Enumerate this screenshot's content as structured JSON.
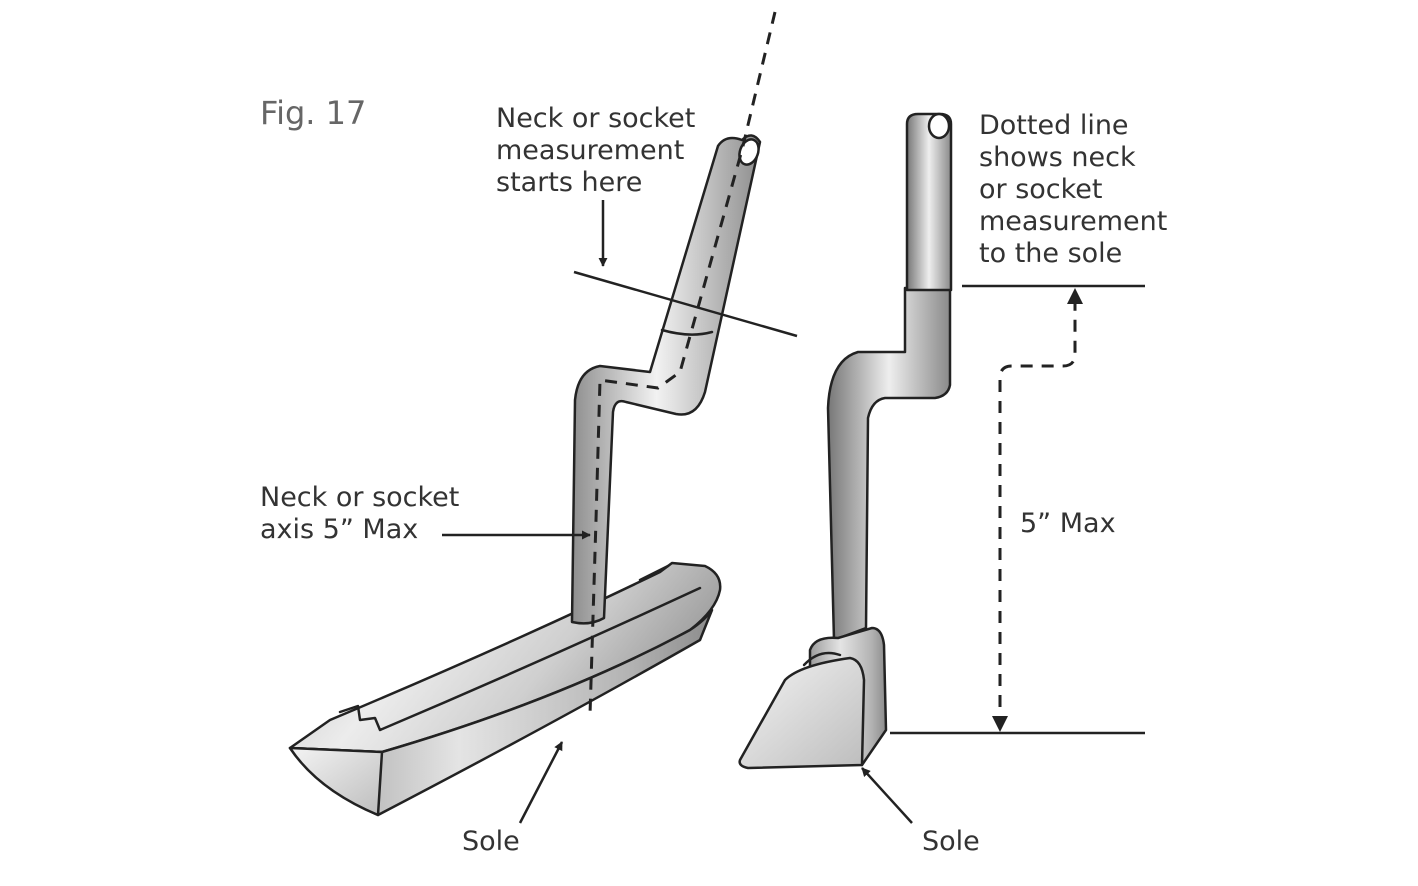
{
  "figure": {
    "label": "Fig. 17"
  },
  "labels": {
    "measure_start": [
      "Neck or socket",
      "measurement",
      "starts here"
    ],
    "axis_max": [
      "Neck or socket",
      "axis  5”  Max"
    ],
    "dotted_line": [
      "Dotted line",
      "shows neck",
      "or socket",
      "measurement",
      "to the sole"
    ],
    "height_max": "5”  Max",
    "sole_left": "Sole",
    "sole_right": "Sole"
  },
  "colors": {
    "ink": "#222222",
    "text": "#333333",
    "figure_label": "#666666",
    "metal_light": "#f2f2f2",
    "metal_mid": "#c4c4c4",
    "metal_dark": "#8e8e8e"
  }
}
